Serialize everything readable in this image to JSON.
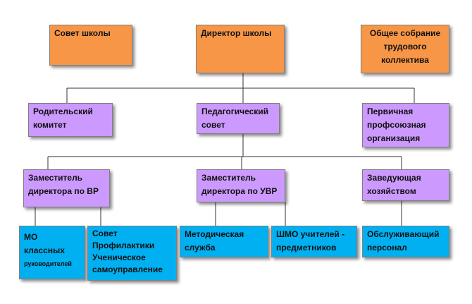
{
  "colors": {
    "top": "#f79646",
    "middle": "#cc99ff",
    "bottom": "#00b0f0",
    "connector": "#333333"
  },
  "boxes": {
    "sovet_shkoly": [
      "Совет школы"
    ],
    "direktor": [
      "Директор школы"
    ],
    "obshchee_sobranie": [
      "Общее собрание",
      "трудового",
      "коллектива"
    ],
    "roditelsky_komitet": [
      "Родительский",
      "комитет"
    ],
    "ped_sovet": [
      "Педагогический",
      "совет"
    ],
    "profsoyuz": [
      "Первичная",
      "профсоюзная",
      "организация"
    ],
    "zam_vr": [
      "Заместитель",
      "директора по ВР"
    ],
    "zam_uvr": [
      "Заместитель",
      "директора по УВР"
    ],
    "zav_hoz": [
      "Заведующая",
      "хозяйством"
    ],
    "mo_klass": [
      "МО",
      "классных",
      "руководителей"
    ],
    "sovet_prof": [
      "Совет",
      "Профилактики",
      "Ученическое",
      "самоуправление"
    ],
    "metod_sluzhba": [
      "Методическая",
      "служба"
    ],
    "shmo": [
      "ШМО учителей -",
      "предметников"
    ],
    "obsluzh_personal": [
      "Обслуживающий",
      "персонал"
    ]
  }
}
